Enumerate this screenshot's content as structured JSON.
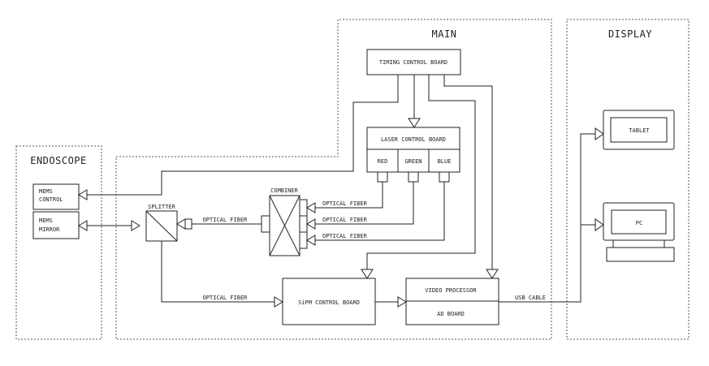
{
  "sections": {
    "endoscope": "ENDOSCOPE",
    "main": "MAIN",
    "display": "DISPLAY"
  },
  "blocks": {
    "mems_control": [
      "MEMS",
      "CONTROL"
    ],
    "mems_mirror": [
      "MEMS",
      "MIRROR"
    ],
    "splitter": "SPLITTER",
    "combiner": "COMBINER",
    "timing_control_board": "TIMING CONTROL BOARD",
    "laser_control_board": "LASER CONTROL BOARD",
    "laser_red": "RED",
    "laser_green": "GREEN",
    "laser_blue": "BLUE",
    "sipm_control_board": "SiPM CONTROL BOARD",
    "video_processor": "VIDEO PROCESSOR",
    "ad_board": "AD BOARD",
    "tablet": "TABLET",
    "pc": "PC"
  },
  "links": {
    "fiber_red": "OPTICAL FIBER",
    "fiber_green": "OPTICAL FIBER",
    "fiber_blue": "OPTICAL FIBER",
    "fiber_splitter_combiner": "OPTICAL FIBER",
    "fiber_splitter_sipm": "OPTICAL FIBER",
    "usb_cable": "USB CABLE"
  }
}
